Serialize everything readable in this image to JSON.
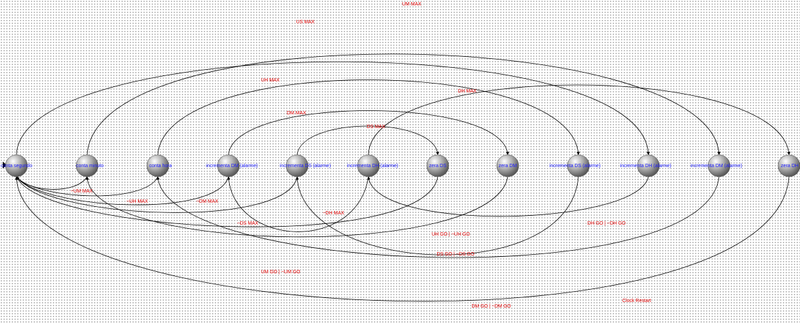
{
  "diagram": {
    "states": [
      {
        "id": "s0",
        "label": "conta segundo"
      },
      {
        "id": "s1",
        "label": "conta minuto"
      },
      {
        "id": "s2",
        "label": "conta hora"
      },
      {
        "id": "s3",
        "label": "incrementa DM (alarme)"
      },
      {
        "id": "s4",
        "label": "incrementa DS (alarme)"
      },
      {
        "id": "s5",
        "label": "incrementa DH (alarme)"
      },
      {
        "id": "s6",
        "label": "zera DS"
      },
      {
        "id": "s7",
        "label": "zera DM"
      },
      {
        "id": "s8",
        "label": "incrementa DS (alarme)"
      },
      {
        "id": "s9",
        "label": "incrementa DH (alarme)"
      },
      {
        "id": "s10",
        "label": "incrementa DM (alarme)"
      },
      {
        "id": "s11",
        "label": "zera DH"
      }
    ],
    "initial_state": "s0",
    "transitions": [
      {
        "id": "t1",
        "label": "US MAX"
      },
      {
        "id": "t2",
        "label": "UM MAX"
      },
      {
        "id": "t3",
        "label": "UH MAX"
      },
      {
        "id": "t4",
        "label": "DH MAX"
      },
      {
        "id": "t5",
        "label": "DM MAX"
      },
      {
        "id": "t6",
        "label": "DS MAX"
      },
      {
        "id": "t7",
        "label": "~UM MAX"
      },
      {
        "id": "t8",
        "label": "~UH MAX"
      },
      {
        "id": "t9",
        "label": "~DM MAX"
      },
      {
        "id": "t10",
        "label": "~DS MAX"
      },
      {
        "id": "t11",
        "label": "~DH MAX"
      },
      {
        "id": "t12",
        "label": "UH GO | ~UH GO"
      },
      {
        "id": "t13",
        "label": "DH GO | ~DH GO"
      },
      {
        "id": "t14",
        "label": "DS GO | ~DS GO"
      },
      {
        "id": "t15",
        "label": "UM GO | ~UM GO"
      },
      {
        "id": "t16",
        "label": "Clock Restart"
      },
      {
        "id": "t17",
        "label": "DM GO | ~DM GO"
      }
    ]
  }
}
